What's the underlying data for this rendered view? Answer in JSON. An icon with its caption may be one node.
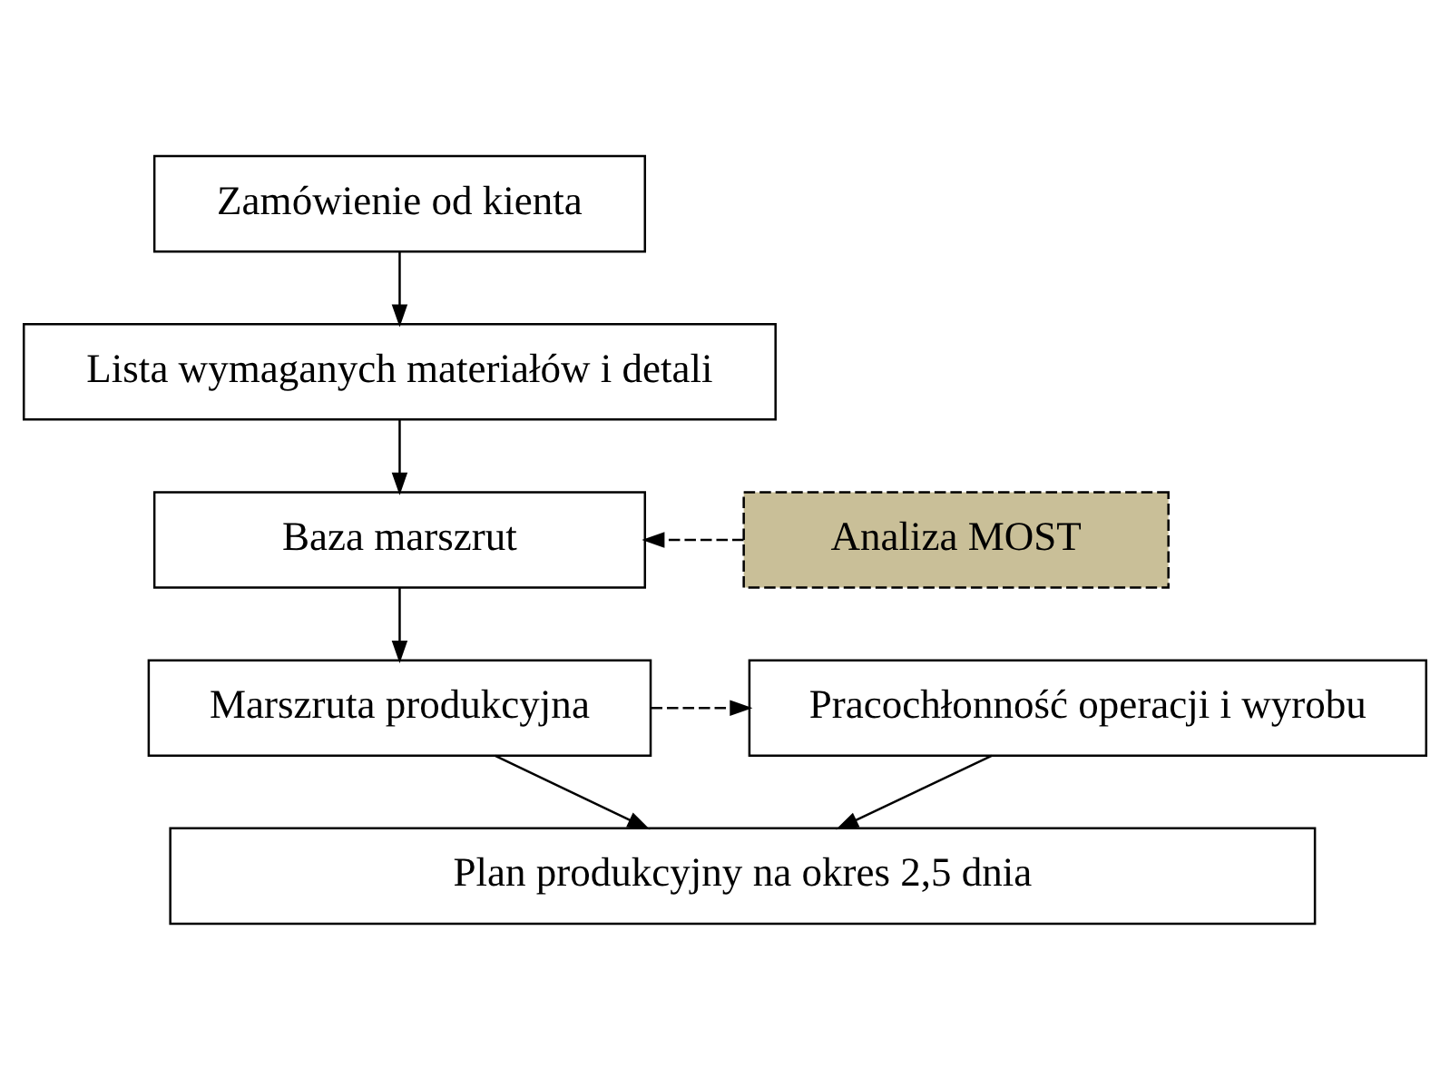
{
  "diagram": {
    "nodes": [
      {
        "text": [
          "Zamówienie od kienta"
        ]
      },
      {
        "text": [
          "Lista wymaganych materiałów i detali"
        ]
      },
      {
        "text": [
          "Baza marszrut"
        ]
      },
      {
        "text": [
          "Analiza MOST"
        ]
      },
      {
        "text": [
          "Marszruta produkcyjna"
        ]
      },
      {
        "text": [
          "Pracochłonność operacji i wyrobu"
        ]
      },
      {
        "text": [
          "Plan produkcyjny na okres 2,5 dnia"
        ]
      }
    ],
    "edges": [
      {
        "from": 0,
        "to": 1,
        "arrow": "to"
      },
      {
        "from": 1,
        "to": 2,
        "arrow": "to"
      },
      {
        "from": 3,
        "to": 2,
        "arrow": "to",
        "style": "dashed"
      },
      {
        "from": 2,
        "to": 4,
        "arrow": "to"
      },
      {
        "from": 4,
        "to": 5,
        "arrow": "to",
        "style": "dashed"
      },
      {
        "from": 4,
        "to": 6,
        "arrow": "to"
      },
      {
        "from": 5,
        "to": 6,
        "arrow": "to"
      }
    ]
  }
}
